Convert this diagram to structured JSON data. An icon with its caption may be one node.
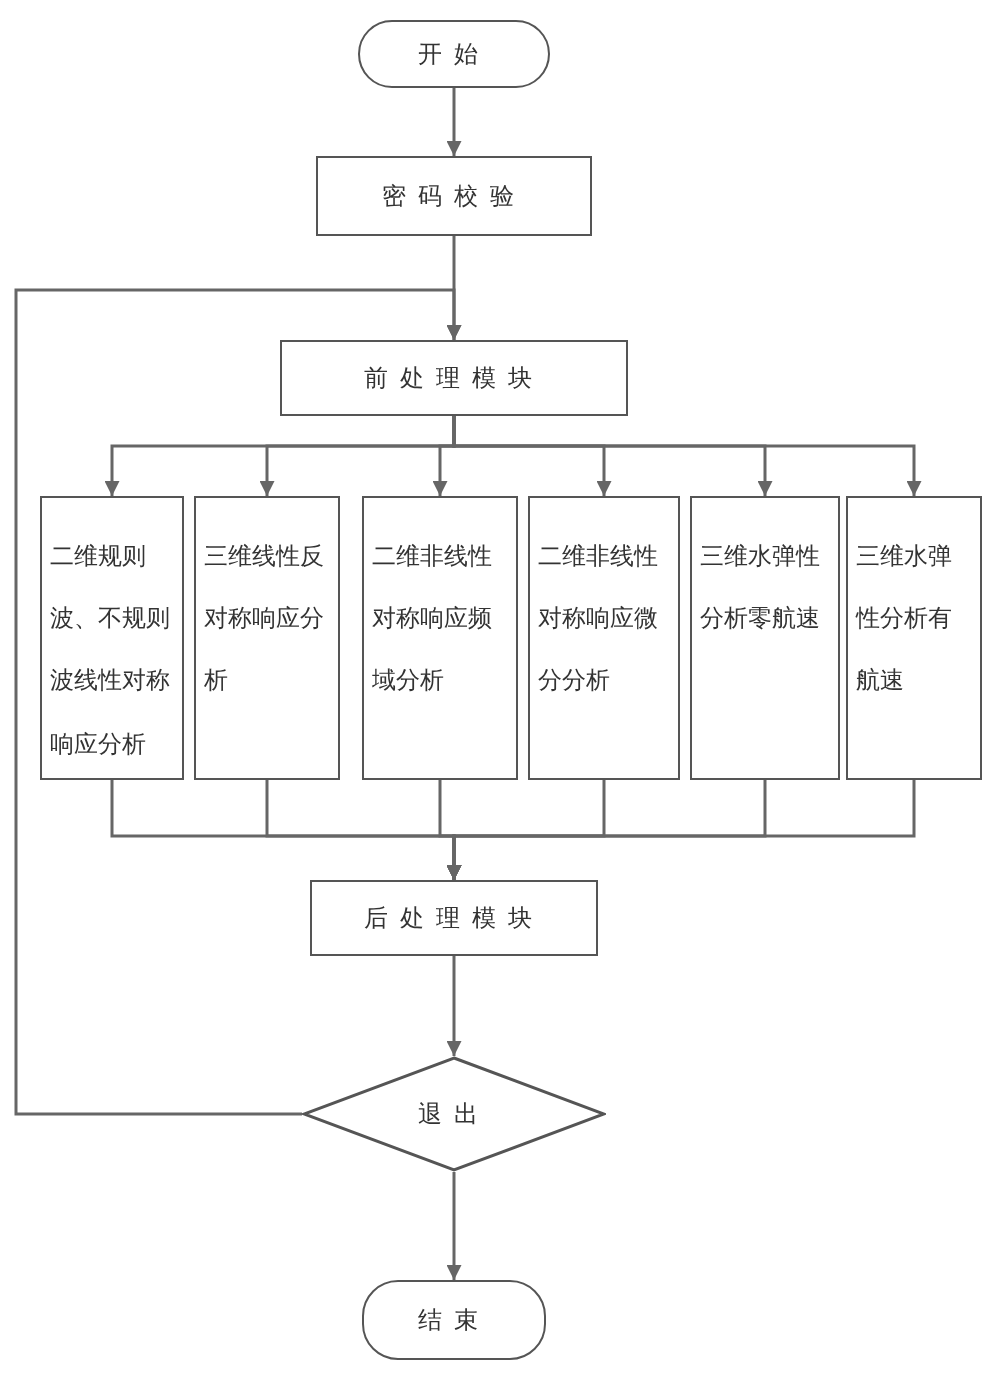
{
  "diagram": {
    "nodes": [
      {
        "text": [
          "开始"
        ]
      },
      {
        "text": [
          "密码校验"
        ]
      },
      {
        "text": [
          "前处理模块"
        ]
      },
      {
        "text": [
          "二维规则波、不规则波线性对称响应分析"
        ]
      },
      {
        "text": [
          "三维线性反对称响应分析"
        ]
      },
      {
        "text": [
          "二维非线性对称响应频域分析"
        ]
      },
      {
        "text": [
          "二维非线性对称响应微分分析"
        ]
      },
      {
        "text": [
          "三维水弹性分析零航速"
        ]
      },
      {
        "text": [
          "三维水弹性分析有航速"
        ]
      },
      {
        "text": [
          "后处理模块"
        ]
      },
      {
        "text": [
          "退出"
        ]
      },
      {
        "text": [
          "结束"
        ]
      }
    ],
    "edges": [
      {
        "from": 0,
        "to": 1,
        "arrow": "to"
      },
      {
        "from": 1,
        "to": 2,
        "arrow": "to"
      },
      {
        "from": 2,
        "to": 3,
        "arrow": "to"
      },
      {
        "from": 2,
        "to": 4,
        "arrow": "to"
      },
      {
        "from": 2,
        "to": 5,
        "arrow": "to"
      },
      {
        "from": 2,
        "to": 6,
        "arrow": "to"
      },
      {
        "from": 2,
        "to": 7,
        "arrow": "to"
      },
      {
        "from": 2,
        "to": 8,
        "arrow": "to"
      },
      {
        "from": 3,
        "to": 9,
        "arrow": "to"
      },
      {
        "from": 4,
        "to": 9,
        "arrow": "to"
      },
      {
        "from": 5,
        "to": 9,
        "arrow": "to"
      },
      {
        "from": 6,
        "to": 9,
        "arrow": "to"
      },
      {
        "from": 7,
        "to": 9,
        "arrow": "to"
      },
      {
        "from": 8,
        "to": 9,
        "arrow": "to"
      },
      {
        "from": 9,
        "to": 10,
        "arrow": "to"
      },
      {
        "from": 10,
        "to": 2,
        "arrow": "to"
      },
      {
        "from": 10,
        "to": 11,
        "arrow": "to"
      }
    ]
  }
}
